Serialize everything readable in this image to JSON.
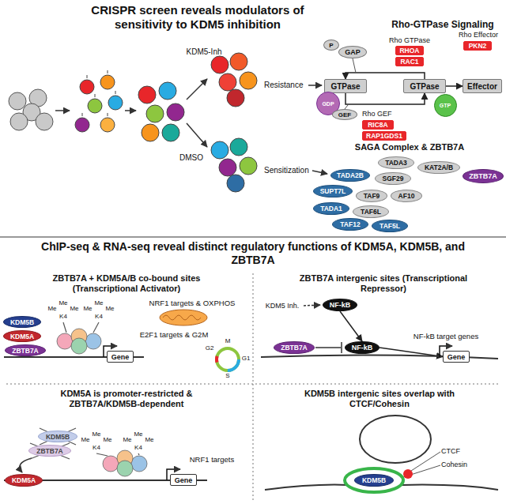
{
  "diagram": {
    "title": "CRISPR screen reveals modulators of sensitivity to KDM5 inhibition",
    "nodes": [
      {
        "text": [
          "GAP"
        ]
      },
      {
        "text": [
          "P"
        ]
      },
      {
        "text": [
          "GTPase"
        ]
      },
      {
        "text": [
          "GDP"
        ]
      },
      {
        "text": [
          "GTPase"
        ]
      },
      {
        "text": [
          "GTP"
        ]
      },
      {
        "text": [
          "Effector"
        ]
      },
      {
        "text": [
          "GEF"
        ]
      },
      {
        "text": [
          "RHOA"
        ]
      },
      {
        "text": [
          "RAC1"
        ]
      },
      {
        "text": [
          "PKN2"
        ]
      },
      {
        "text": [
          "RIC8A"
        ]
      },
      {
        "text": [
          "RAP1GDS1"
        ]
      },
      {
        "text": [
          "TADA3"
        ]
      },
      {
        "text": [
          "KAT2A/B"
        ]
      },
      {
        "text": [
          "TADA2B"
        ]
      },
      {
        "text": [
          "SGF29"
        ]
      },
      {
        "text": [
          "SUPT7L"
        ]
      },
      {
        "text": [
          "TAF9"
        ]
      },
      {
        "text": [
          "AF10"
        ]
      },
      {
        "text": [
          "TADA1"
        ]
      },
      {
        "text": [
          "TAF6L"
        ]
      },
      {
        "text": [
          "TAF12"
        ]
      },
      {
        "text": [
          "TAF5L"
        ]
      },
      {
        "text": [
          "ZBTB7A"
        ]
      },
      {
        "text": [
          "KDM5B"
        ]
      },
      {
        "text": [
          "KDM5A"
        ]
      },
      {
        "text": [
          "ZBTB7A"
        ]
      },
      {
        "text": [
          "Gene"
        ]
      },
      {
        "text": [
          "NF-kB"
        ]
      },
      {
        "text": [
          "ZBTB7A"
        ]
      },
      {
        "text": [
          "NF-kB"
        ]
      },
      {
        "text": [
          "Gene"
        ]
      },
      {
        "text": [
          "KDM5B"
        ]
      },
      {
        "text": [
          "ZBTB7A"
        ]
      },
      {
        "text": [
          "KDM5A"
        ]
      },
      {
        "text": [
          "Gene"
        ]
      },
      {
        "text": [
          "KDM5B"
        ]
      }
    ],
    "edges": [
      {
        "from": 4,
        "to": 2,
        "arrow": "to"
      },
      {
        "from": 2,
        "to": 4,
        "arrow": "to"
      },
      {
        "from": 4,
        "to": 6,
        "arrow": "to"
      },
      {
        "from": 29,
        "to": 31,
        "arrow": "to"
      },
      {
        "from": 31,
        "to": 32,
        "arrow": "to"
      }
    ],
    "labels": [
      "Rho-GTPase Signaling",
      "KDM5-Inh",
      "Resistance",
      "DMSO",
      "Sensitization",
      "Rho Effector",
      "Rho GTPase",
      "Rho GEF",
      "SAGA Complex & ZBTB7A",
      "ChIP-seq & RNA-seq reveal distinct regulatory functions of KDM5A, KDM5B, and ZBTB7A",
      "ZBTB7A + KDM5A/B co-bound sites (Transcriptional Activator)",
      "Me",
      "Me",
      "Me",
      "K4",
      "Me",
      "Me",
      "Me",
      "K4",
      "NRF1 targets & OXPHOS",
      "E2F1 targets & G2M",
      "G2",
      "M",
      "G1",
      "S",
      "ZBTB7A intergenic sites (Transcriptional Repressor)",
      "KDM5 Inh.",
      "NF-kB target genes",
      "KDM5A is promoter-restricted & ZBTB7A/KDM5B-dependent",
      "Me",
      "Me",
      "Me",
      "K4",
      "Me",
      "Me",
      "Me",
      "K4",
      "NRF1 targets",
      "KDM5B intergenic sites overlap with CTCF/Cohesin",
      "CTCF",
      "Cohesin"
    ]
  }
}
